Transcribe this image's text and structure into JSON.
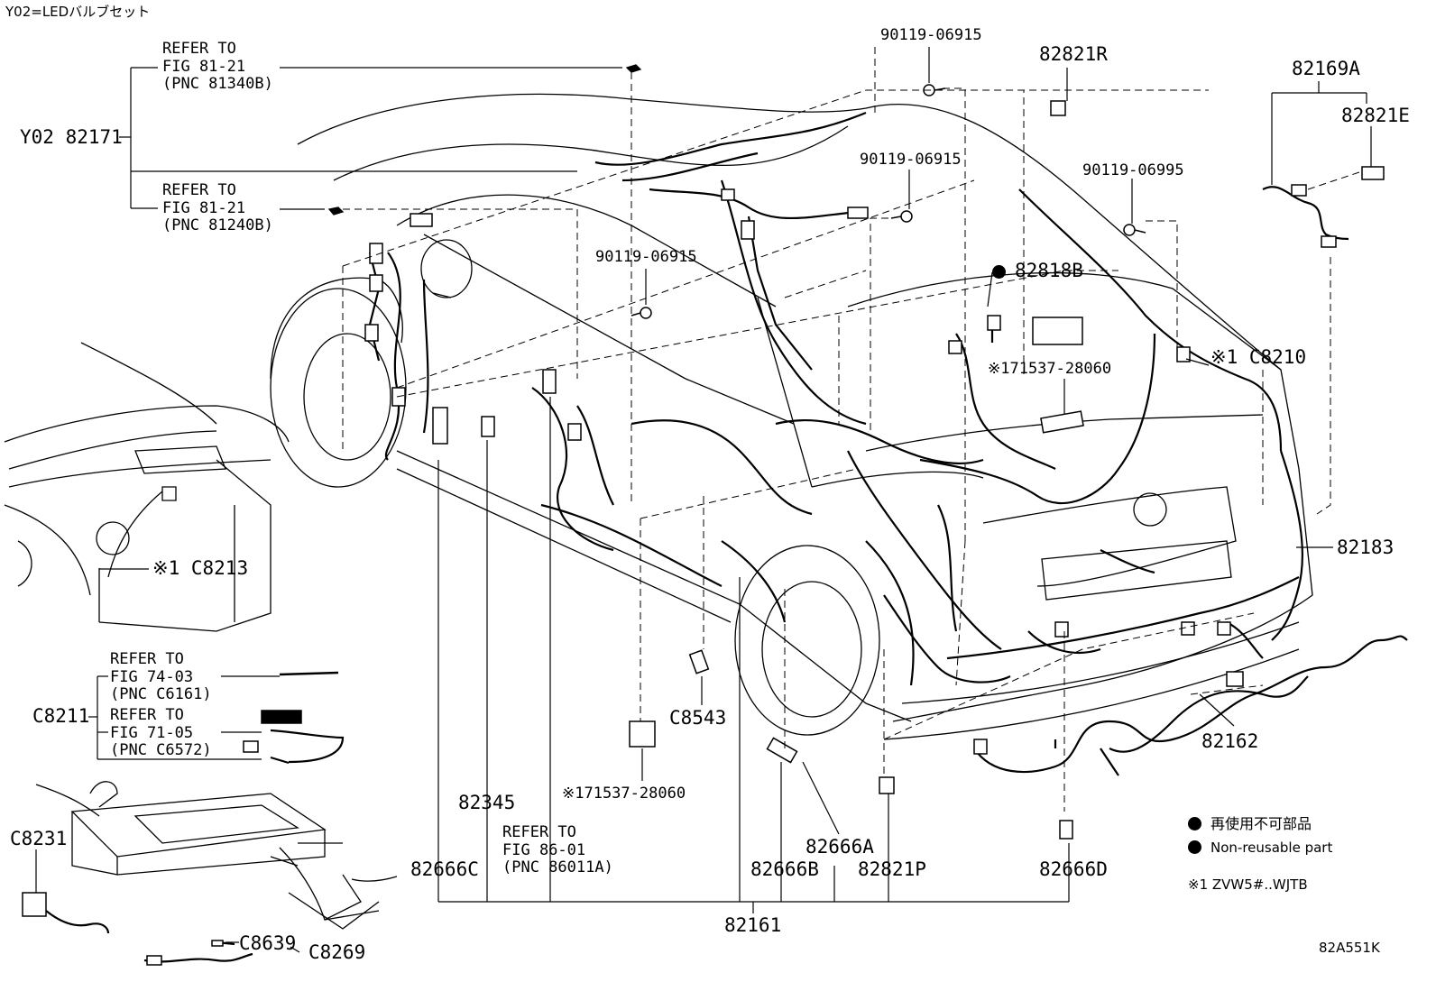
{
  "header": {
    "note": "Y02=LEDバルブセット"
  },
  "refs": {
    "fig8121_a": {
      "l1": "REFER TO",
      "l2": "FIG 81-21",
      "l3": "(PNC 81340B)"
    },
    "fig8121_b": {
      "l1": "REFER TO",
      "l2": "FIG 81-21",
      "l3": "(PNC 81240B)"
    },
    "fig7403": {
      "l1": "REFER TO",
      "l2": "FIG 74-03",
      "l3": "(PNC C6161)"
    },
    "fig7105": {
      "l1": "REFER TO",
      "l2": "FIG 71-05",
      "l3": "(PNC C6572)"
    },
    "fig8601": {
      "l1": "REFER TO",
      "l2": "FIG 86-01",
      "l3": "(PNC 86011A)"
    }
  },
  "parts": {
    "y02_82171": "Y02 82171",
    "p90119_06915_a": "90119-06915",
    "p90119_06915_b": "90119-06915",
    "p90119_06915_c": "90119-06915",
    "p90119_06995": "90119-06995",
    "p82821R": "82821R",
    "p82169A": "82169A",
    "p82821E": "82821E",
    "p82818B": "82818B",
    "p171537_a": "※171537-28060",
    "p171537_b": "※171537-28060",
    "c8210": "※1 C8210",
    "c8213": "※1 C8213",
    "p82183": "82183",
    "p82162": "82162",
    "c8211": "C8211",
    "c8543": "C8543",
    "p82345": "82345",
    "p82666C": "82666C",
    "p82666A": "82666A",
    "p82666B": "82666B",
    "p82821P": "82821P",
    "p82666D": "82666D",
    "p82161": "82161",
    "c8231": "C8231",
    "c8639": "C8639",
    "c8269": "C8269"
  },
  "legend": {
    "reuse_jp": "再使用不可部品",
    "reuse_en": "Non-reusable part",
    "note1": "※1 ZVW5#..WJTB"
  },
  "figure_id": "82A551K",
  "icons": [
    "bolt-icon",
    "connector-icon",
    "clip-icon",
    "wire-harness-icon",
    "car-body-outline-icon",
    "seat-frame-icon"
  ]
}
